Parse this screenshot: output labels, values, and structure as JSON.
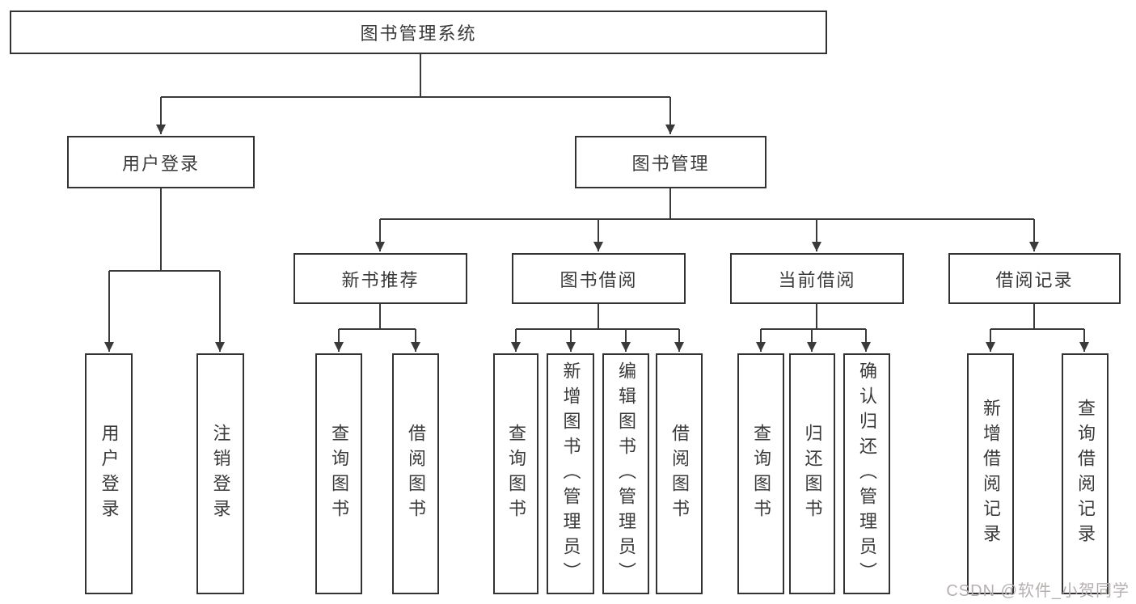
{
  "diagram": {
    "kind": "hierarchy",
    "levels": 4,
    "node_count": 20
  },
  "tree": {
    "label": "图书管理系统",
    "children": [
      {
        "label": "用户登录",
        "children": [
          {
            "label": "用户登录"
          },
          {
            "label": "注销登录"
          }
        ]
      },
      {
        "label": "图书管理",
        "children": [
          {
            "label": "新书推荐",
            "children": [
              {
                "label": "查询图书"
              },
              {
                "label": "借阅图书"
              }
            ]
          },
          {
            "label": "图书借阅",
            "children": [
              {
                "label": "查询图书"
              },
              {
                "label": "新增图书（管理员）"
              },
              {
                "label": "编辑图书（管理员）"
              },
              {
                "label": "借阅图书"
              }
            ]
          },
          {
            "label": "当前借阅",
            "children": [
              {
                "label": "查询图书"
              },
              {
                "label": "归还图书"
              },
              {
                "label": "确认归还（管理员）"
              }
            ]
          },
          {
            "label": "借阅记录",
            "children": [
              {
                "label": "新增借阅记录"
              },
              {
                "label": "查询借阅记录"
              }
            ]
          }
        ]
      }
    ]
  },
  "watermark": {
    "text": "CSDN @软件_小贺同学"
  },
  "colors": {
    "background": "#ffffff",
    "box_border": "#333333",
    "box_fill": "#ffffff",
    "line": "#3a3a3a",
    "text": "#3a3a3a",
    "watermark": "#b6b0b0"
  }
}
